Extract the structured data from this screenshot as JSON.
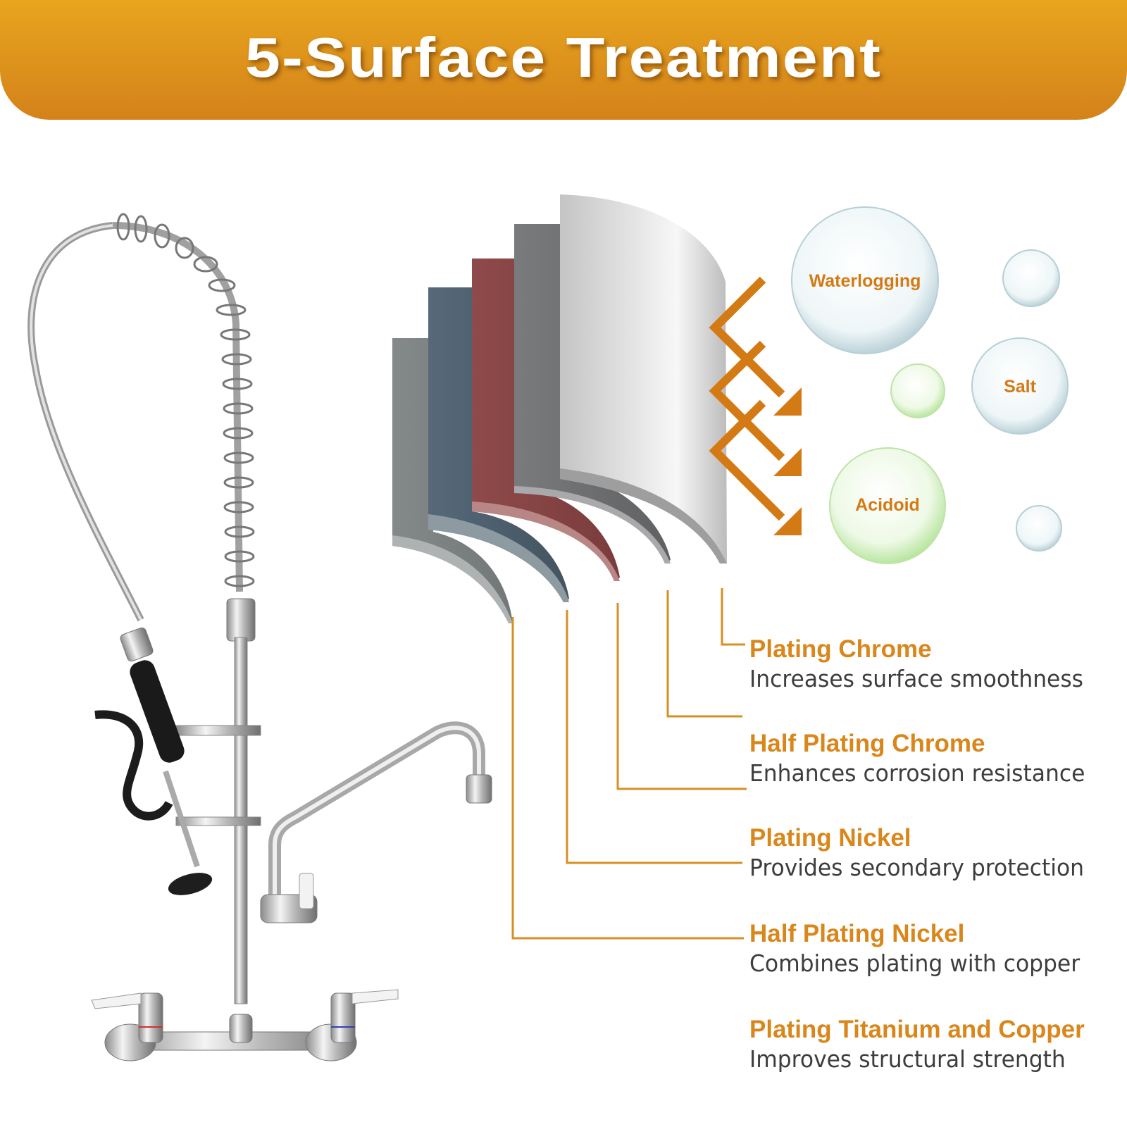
{
  "header": {
    "title": "5-Surface Treatment",
    "color_top": "#e8a51e",
    "color_bottom": "#d4821a"
  },
  "threats": {
    "bubbles": [
      {
        "label": "Waterlogging",
        "tint": "clear-blue"
      },
      {
        "label": "Salt",
        "tint": "clear-blue"
      },
      {
        "label": "Acidoid",
        "tint": "light-green"
      }
    ],
    "arrow_color": "#d47a14"
  },
  "layers": [
    {
      "title": "Plating Chrome",
      "description": "Increases surface smoothness",
      "swatch": "#c9c9c9"
    },
    {
      "title": "Half Plating Chrome",
      "description": "Enhances corrosion resistance",
      "swatch": "#6e6f71"
    },
    {
      "title": "Plating Nickel",
      "description": "Provides secondary protection",
      "swatch": "#8a4848"
    },
    {
      "title": "Half Plating Nickel",
      "description": "Combines plating with copper",
      "swatch": "#4b5e6a"
    },
    {
      "title": "Plating Titanium and Copper",
      "description": "Improves structural strength",
      "swatch": "#7d8282"
    }
  ],
  "colors": {
    "accent": "#d9861b",
    "leader_line": "#d88f22",
    "body_text": "#3d3d3d"
  }
}
